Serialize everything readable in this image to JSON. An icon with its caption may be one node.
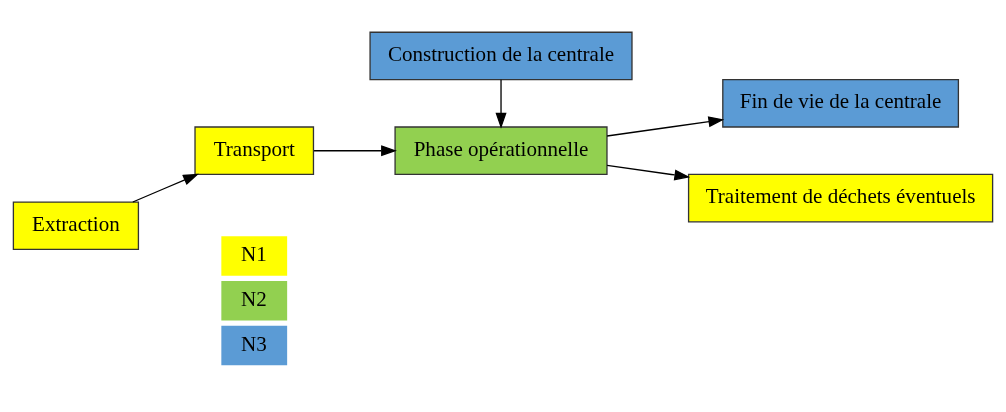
{
  "diagram": {
    "nodes": [
      {
        "text": [
          "Extraction"
        ]
      },
      {
        "text": [
          "Transport"
        ]
      },
      {
        "text": [
          "Construction de la centrale"
        ]
      },
      {
        "text": [
          "Phase opérationnelle"
        ]
      },
      {
        "text": [
          "Fin de vie de la centrale"
        ]
      },
      {
        "text": [
          "Traitement de déchets éventuels"
        ]
      }
    ],
    "edges": [
      {
        "from": 0,
        "to": 1,
        "arrow": "to"
      },
      {
        "from": 1,
        "to": 3,
        "arrow": "to"
      },
      {
        "from": 2,
        "to": 3,
        "arrow": "to"
      },
      {
        "from": 3,
        "to": 4,
        "arrow": "to"
      },
      {
        "from": 3,
        "to": 5,
        "arrow": "to"
      }
    ],
    "legend": [
      {
        "text": "N1",
        "color": "#ffff00"
      },
      {
        "text": "N2",
        "color": "#92d050"
      },
      {
        "text": "N3",
        "color": "#5b9bd5"
      }
    ]
  }
}
